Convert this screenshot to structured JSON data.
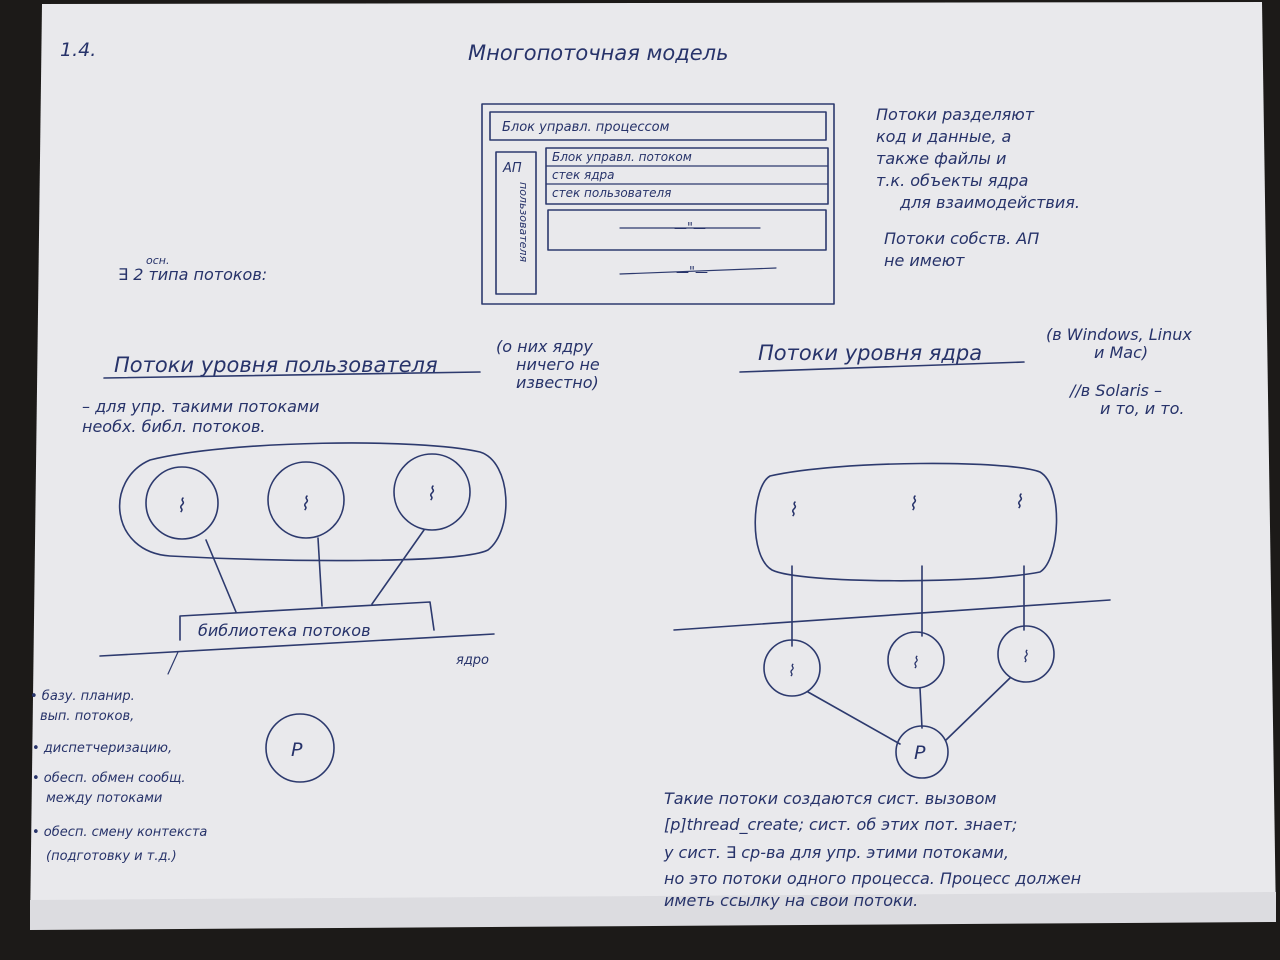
{
  "page": {
    "number": "1.4.",
    "title": "Многопоточная модель"
  },
  "process_diagram": {
    "process_control_block": "Блок управл. процессом",
    "side_label_top": "АП",
    "side_label_vertical": "пользователя",
    "thread_control_block": "Блок управл. потоком",
    "kernel_stack": "стек ядра",
    "user_stack": "стек пользователя",
    "repeat_mark_1": "—\"—",
    "repeat_mark_2": "—\"—"
  },
  "notes_right": {
    "lines": [
      "Потоки разделяют",
      "код и данные, а",
      "также файлы и",
      "т.к. объекты ядра",
      "для взаимодействия."
    ],
    "address_space_lines": [
      "Потоки собств. АП",
      "не имеют"
    ]
  },
  "types_intro": {
    "text": "∃ 2 типа потоков:",
    "superscript": "осн."
  },
  "user_level": {
    "heading": "Потоки уровня пользователя",
    "note_lines": [
      "(о них ядру",
      "ничего не",
      "известно)"
    ],
    "desc_lines": [
      "– для упр. такими потоками",
      "необх. библ. потоков."
    ],
    "library_label": "библиотека потоков",
    "kernel_label": "ядро",
    "process_label": "P",
    "thread_glyph": "⌇",
    "bullets": [
      [
        "• базу. планир.",
        "вып. потоков,"
      ],
      [
        "• диспетчеризацию,"
      ],
      [
        "• обесп. обмен сообщ.",
        "между потоками"
      ],
      [
        "• обесп. смену контекста",
        "(подготовку и т.д.)"
      ]
    ]
  },
  "kernel_level": {
    "heading": "Потоки уровня ядра",
    "note_lines": [
      "(в Windows, Linux",
      "и Mac)"
    ],
    "solaris_lines": [
      "//в Solaris –",
      "и то, и то."
    ],
    "process_label": "P",
    "thread_glyph": "⌇",
    "bottom_lines": [
      "Такие потоки создаются сист. вызовом",
      "[p]thread_create; сист. об этих пот. знает;",
      "у сист. ∃ ср-ва для упр. этими потоками,",
      "но это потоки одного процесса. Процесс должен",
      "иметь ссылку на свои потоки."
    ]
  }
}
